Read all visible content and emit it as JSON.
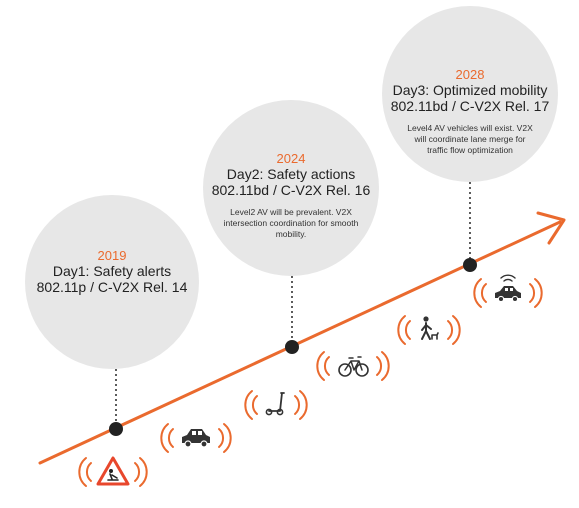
{
  "milestones": [
    {
      "year": "2019",
      "title": "Day1: Safety alerts",
      "standard": "802.11p / C-V2X Rel. 14",
      "description": ""
    },
    {
      "year": "2024",
      "title": "Day2: Safety actions",
      "standard": "802.11bd / C-V2X Rel. 16",
      "description": "Level2 AV will be prevalent. V2X intersection coordination for smooth mobility."
    },
    {
      "year": "2028",
      "title": "Day3: Optimized mobility",
      "standard": "802.11bd / C-V2X Rel. 17",
      "description": "Level4 AV vehicles will exist. V2X will coordinate lane merge for traffic flow optimization"
    }
  ],
  "icons": [
    "warning-sign-icon",
    "car-icon",
    "scooter-icon",
    "bicycle-icon",
    "pedestrian-icon",
    "autonomous-car-icon"
  ],
  "colors": {
    "accent": "#ea6a2e",
    "bubble": "#e7e7e7",
    "node": "#222222",
    "signal": "#ea6a2e"
  }
}
